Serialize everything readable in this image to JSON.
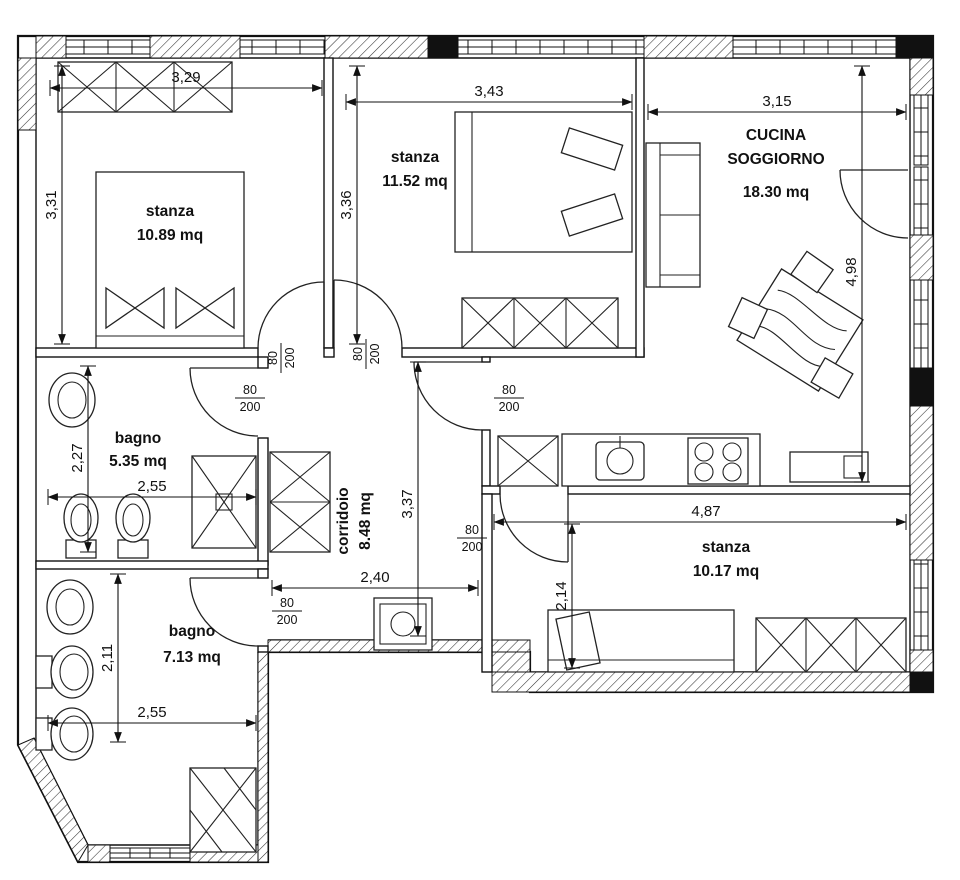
{
  "colors": {
    "ink": "#111111",
    "paper": "#ffffff"
  },
  "rooms": {
    "stanza1": {
      "name": "stanza",
      "area": "10.89 mq"
    },
    "stanza2": {
      "name": "stanza",
      "area": "11.52 mq"
    },
    "cucina": {
      "name1": "CUCINA",
      "name2": "SOGGIORNO",
      "area": "18.30 mq"
    },
    "bagno1": {
      "name": "bagno",
      "area": "5.35 mq"
    },
    "corridoio": {
      "name": "corridoio",
      "area": "8.48 mq"
    },
    "stanza3": {
      "name": "stanza",
      "area": "10.17 mq"
    },
    "bagno2": {
      "name": "bagno",
      "area": "7.13 mq"
    }
  },
  "dimensions": {
    "top_left": "3,29",
    "top_mid": "3,43",
    "top_right": "3,15",
    "left_upper": "3,31",
    "stanza2_height": "3,36",
    "cucina_height": "4,98",
    "bagno1_height": "2,27",
    "bagno1_width": "2,55",
    "corridor_height": "3,37",
    "corridor_width": "2,40",
    "stanza3_width": "4,87",
    "stanza3_height": "2,14",
    "bagno2_height": "2,11",
    "bagno2_width": "2,55"
  },
  "doors": {
    "width": "80",
    "height": "200"
  }
}
